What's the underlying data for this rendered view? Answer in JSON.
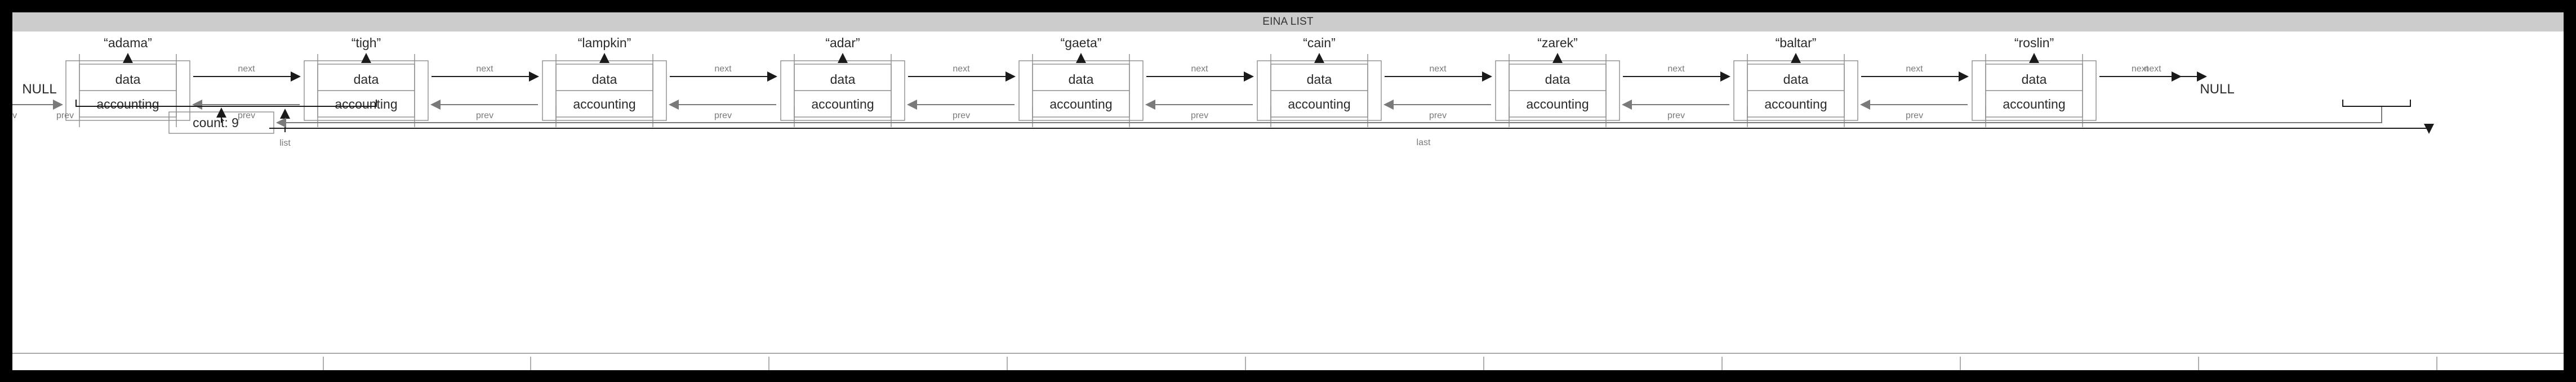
{
  "window": {
    "title": "EINA LIST"
  },
  "colors": {
    "titlebar_bg": "#cccccc",
    "page_bg": "#000000",
    "card_bg": "#ffffff",
    "text": "#2b2b2b",
    "pointer_label": "#7a7a7a",
    "box_stroke": "#8c8c8c",
    "arrow_black": "#1a1a1a",
    "arrow_gray": "#7a7a7a"
  },
  "terminators": {
    "head_null": "NULL",
    "tail_null": "NULL"
  },
  "cells": {
    "data": "data",
    "accounting": "accounting"
  },
  "pointers": {
    "next": "next",
    "prev": "prev",
    "list": "list",
    "last": "last"
  },
  "count_box": {
    "label": "count: 9",
    "value": 9
  },
  "nodes": [
    {
      "name": "“adama”",
      "data": "data",
      "accounting": "accounting"
    },
    {
      "name": "“tigh”",
      "data": "data",
      "accounting": "accounting"
    },
    {
      "name": "“lampkin”",
      "data": "data",
      "accounting": "accounting"
    },
    {
      "name": "“adar”",
      "data": "data",
      "accounting": "accounting"
    },
    {
      "name": "“gaeta”",
      "data": "data",
      "accounting": "accounting"
    },
    {
      "name": "“cain”",
      "data": "data",
      "accounting": "accounting"
    },
    {
      "name": "“zarek”",
      "data": "data",
      "accounting": "accounting"
    },
    {
      "name": "“baltar”",
      "data": "data",
      "accounting": "accounting"
    },
    {
      "name": "“roslin”",
      "data": "data",
      "accounting": "accounting"
    }
  ],
  "chart_data": {
    "type": "diagram",
    "title": "EINA LIST",
    "structure": "doubly linked list",
    "node_count": 9,
    "node_labels": [
      "adama",
      "tigh",
      "lampkin",
      "adar",
      "gaeta",
      "cain",
      "zarek",
      "baltar",
      "roslin"
    ],
    "node_fields": [
      "data",
      "accounting"
    ],
    "edge_labels": [
      "next",
      "prev"
    ],
    "accessor_labels": [
      "list",
      "last"
    ],
    "head_terminator": "NULL",
    "tail_terminator": "NULL",
    "count": 9
  }
}
